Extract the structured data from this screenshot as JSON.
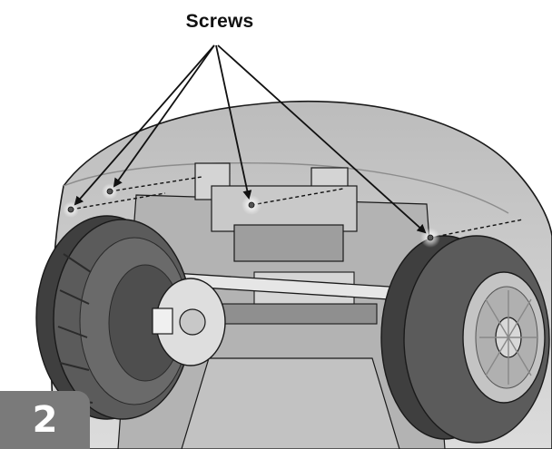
{
  "callout": {
    "label": "Screws"
  },
  "step": {
    "number": "2"
  },
  "parts": {
    "body_shell": "vehicle-body-shell",
    "rear_axle": "rear-axle",
    "left_wheel": "left-rear-wheel",
    "right_wheel": "right-rear-wheel",
    "gearbox": "motor-gearbox",
    "screw_count": 4
  },
  "colors": {
    "outline": "#1a1a1a",
    "shell_fill": "#cfcfcf",
    "shell_shade": "#a9a9a9",
    "tire": "#5b5b5b",
    "tire_dark": "#3f3f3f",
    "rim": "#c4c4c4",
    "badge_bg": "#7a7a7a",
    "badge_text": "#ffffff",
    "arrow": "#111111"
  }
}
